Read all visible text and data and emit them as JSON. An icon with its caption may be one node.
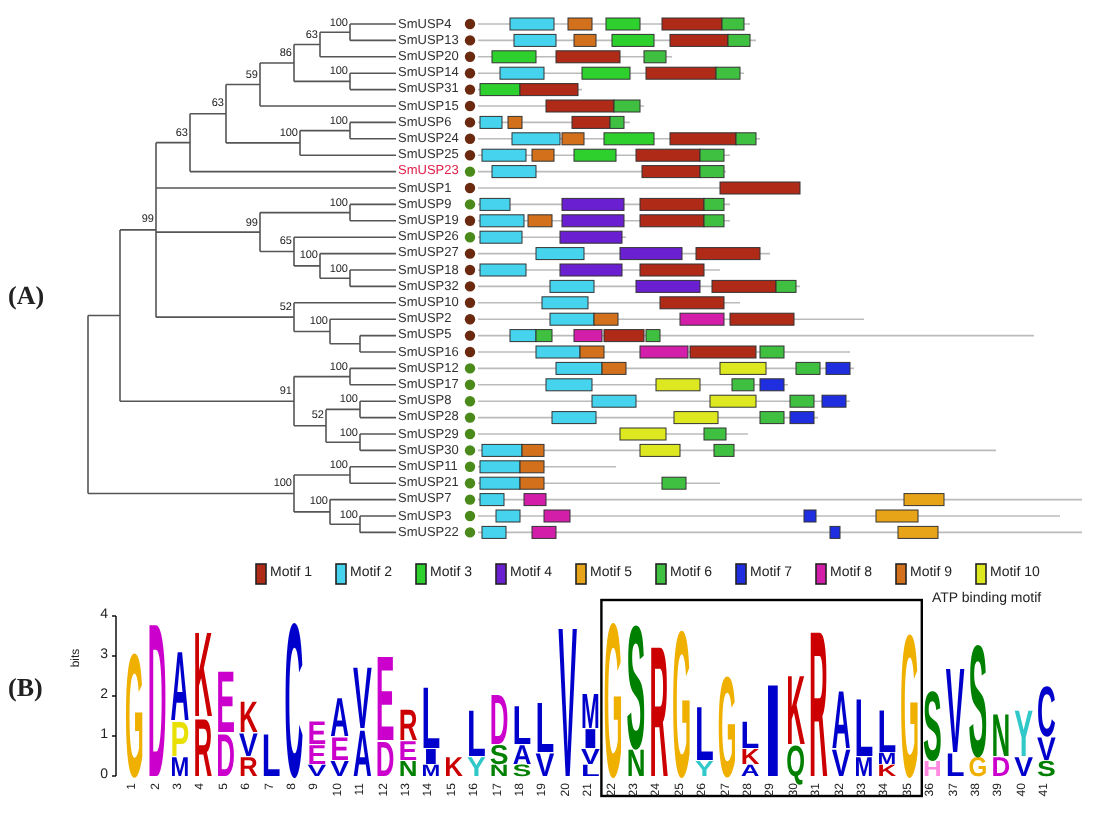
{
  "diagram": {
    "labels": [
      "(A)",
      "99",
      "63",
      "63",
      "59",
      "86",
      "63",
      "100",
      "100",
      "100",
      "100",
      "99",
      "100",
      "65",
      "100",
      "100",
      "52",
      "100",
      "91",
      "100",
      "52",
      "100",
      "100",
      "100",
      "100",
      "100",
      "100",
      "SmUSP4",
      "SmUSP13",
      "SmUSP20",
      "SmUSP14",
      "SmUSP31",
      "SmUSP15",
      "SmUSP6",
      "SmUSP24",
      "SmUSP25",
      "SmUSP23",
      "SmUSP1",
      "SmUSP9",
      "SmUSP19",
      "SmUSP26",
      "SmUSP27",
      "SmUSP18",
      "SmUSP32",
      "SmUSP10",
      "SmUSP2",
      "SmUSP5",
      "SmUSP16",
      "SmUSP12",
      "SmUSP17",
      "SmUSP8",
      "SmUSP28",
      "SmUSP29",
      "SmUSP30",
      "SmUSP11",
      "SmUSP21",
      "SmUSP7",
      "SmUSP3",
      "SmUSP22",
      "(B)",
      "ATP binding motif",
      "bits",
      "4",
      "3",
      "2",
      "1",
      "0",
      "G",
      "D",
      "A",
      "P",
      "M",
      "K",
      "R",
      "E",
      "D",
      "K",
      "V",
      "R",
      "L",
      "C",
      "E",
      "E",
      "V",
      "A",
      "E",
      "V",
      "V",
      "A",
      "E",
      "D",
      "R",
      "E",
      "N",
      "L",
      "I",
      "M",
      "K",
      "L",
      "Y",
      "D",
      "S",
      "N",
      "L",
      "A",
      "S",
      "L",
      "V",
      "V",
      "M",
      "I",
      "V",
      "L",
      "G",
      "S",
      "N",
      "R",
      "G",
      "L",
      "Y",
      "G",
      "L",
      "K",
      "A",
      "I",
      "K",
      "Q",
      "R",
      "A",
      "V",
      "L",
      "M",
      "L",
      "M",
      "K",
      "G",
      "S",
      "H",
      "V",
      "L",
      "S",
      "G",
      "N",
      "D",
      "Y",
      "V",
      "C",
      "V",
      "S",
      "1",
      "2",
      "3",
      "4",
      "5",
      "6",
      "7",
      "8",
      "9",
      "10",
      "11",
      "12",
      "13",
      "14",
      "15",
      "16",
      "17",
      "18",
      "19",
      "20",
      "21",
      "22",
      "23",
      "24",
      "25",
      "26",
      "27",
      "28",
      "29",
      "30",
      "31",
      "32",
      "33",
      "34",
      "35",
      "36",
      "37",
      "38",
      "39",
      "40",
      "41"
    ],
    "legend": [
      {
        "text": "Motif 1",
        "color": "#b02a18"
      },
      {
        "text": "Motif 2",
        "color": "#45d3ee"
      },
      {
        "text": "Motif 3",
        "color": "#2ed02e"
      },
      {
        "text": "Motif 4",
        "color": "#6a1fd0"
      },
      {
        "text": "Motif 5",
        "color": "#e8a418"
      },
      {
        "text": "Motif 6",
        "color": "#40c040"
      },
      {
        "text": "Motif 7",
        "color": "#1f2fe0"
      },
      {
        "text": "Motif 8",
        "color": "#d21ea8"
      },
      {
        "text": "Motif 9",
        "color": "#d2701c"
      },
      {
        "text": "Motif 10",
        "color": "#dde820"
      }
    ]
  }
}
